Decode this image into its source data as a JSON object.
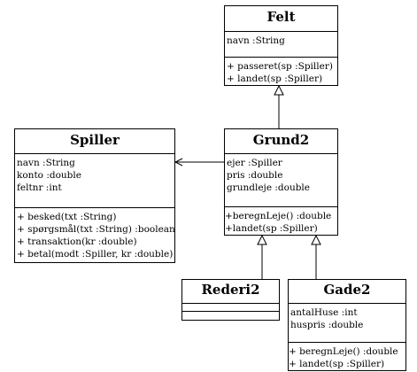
{
  "classes": {
    "felt": {
      "name": "Felt",
      "attributes": [
        "navn :String"
      ],
      "operations": [
        "+ passeret(sp :Spiller)",
        "+ landet(sp :Spiller)"
      ]
    },
    "spiller": {
      "name": "Spiller",
      "attributes": [
        "navn :String",
        "konto :double",
        "feltnr :int"
      ],
      "operations": [
        "+ besked(txt :String)",
        "+ spørgsmål(txt :String) :boolean",
        "+ transaktion(kr :double)",
        "+ betal(modt :Spiller, kr :double)"
      ]
    },
    "grund2": {
      "name": "Grund2",
      "attributes": [
        "ejer :Spiller",
        "pris :double",
        "grundleje :double"
      ],
      "operations": [
        "+beregnLeje() :double",
        "+landet(sp :Spiller)"
      ]
    },
    "rederi2": {
      "name": "Rederi2"
    },
    "gade2": {
      "name": "Gade2",
      "attributes": [
        "antalHuse :int",
        "huspris :double"
      ],
      "operations": [
        "+ beregnLeje() :double",
        "+ landet(sp :Spiller)"
      ]
    }
  }
}
